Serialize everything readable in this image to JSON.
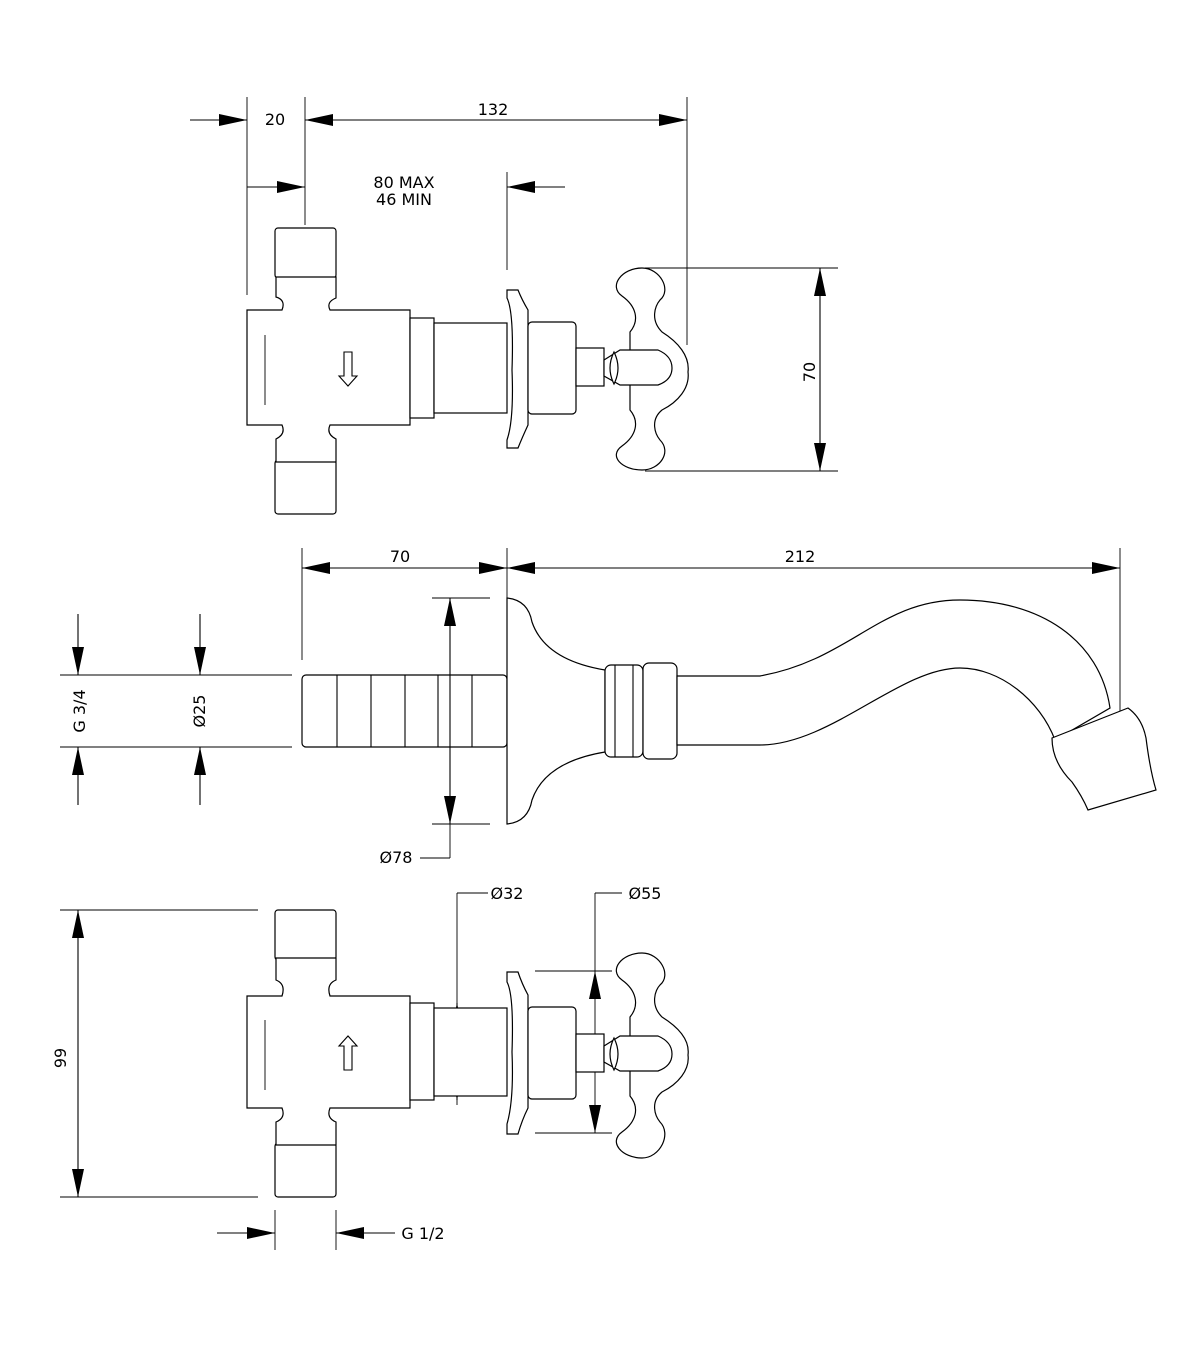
{
  "top_view": {
    "dim_20": "20",
    "dim_132": "132",
    "dim_max": "80 MAX",
    "dim_min": "46 MIN",
    "dim_70": "70"
  },
  "spout_view": {
    "dim_70": "70",
    "dim_212": "212",
    "dim_g34": "G 3/4",
    "dim_d25": "Ø25",
    "dim_d78": "Ø78"
  },
  "bottom_view": {
    "dim_d32": "Ø32",
    "dim_d55": "Ø55",
    "dim_99": "99",
    "dim_g12": "G 1/2"
  }
}
